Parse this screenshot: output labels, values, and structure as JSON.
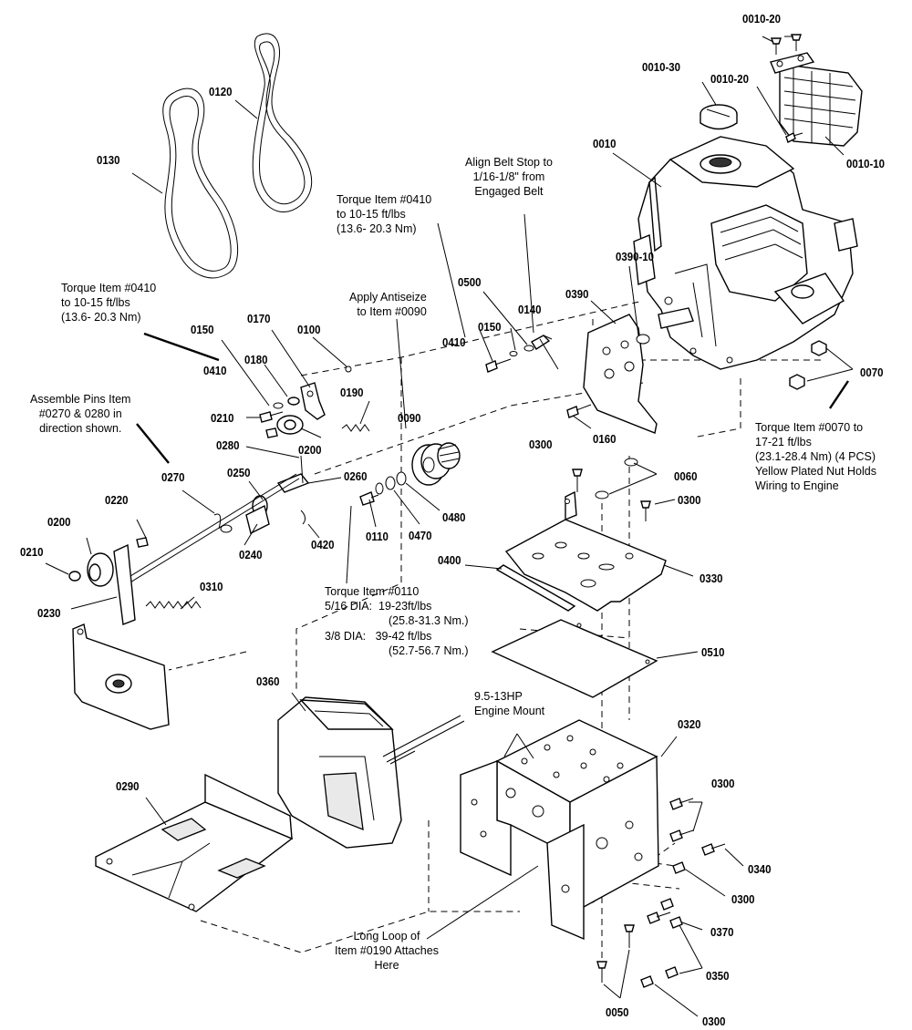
{
  "diagram": {
    "part_callouts": [
      {
        "key": "p0010_20a",
        "label": "0010-20"
      },
      {
        "key": "p0010_30",
        "label": "0010-30"
      },
      {
        "key": "p0010_20b",
        "label": "0010-20"
      },
      {
        "key": "p0010",
        "label": "0010"
      },
      {
        "key": "p0010_10",
        "label": "0010-10"
      },
      {
        "key": "p0120",
        "label": "0120"
      },
      {
        "key": "p0130",
        "label": "0130"
      },
      {
        "key": "p0500",
        "label": "0500"
      },
      {
        "key": "p0140",
        "label": "0140"
      },
      {
        "key": "p0150a",
        "label": "0150"
      },
      {
        "key": "p0410a",
        "label": "0410"
      },
      {
        "key": "p0390_10",
        "label": "0390-10"
      },
      {
        "key": "p0390",
        "label": "0390"
      },
      {
        "key": "p0150b",
        "label": "0150"
      },
      {
        "key": "p0170",
        "label": "0170"
      },
      {
        "key": "p0100",
        "label": "0100"
      },
      {
        "key": "p0410b",
        "label": "0410"
      },
      {
        "key": "p0180",
        "label": "0180"
      },
      {
        "key": "p0190",
        "label": "0190"
      },
      {
        "key": "p0210a",
        "label": "0210"
      },
      {
        "key": "p0200a",
        "label": "0200"
      },
      {
        "key": "p0090",
        "label": "0090"
      },
      {
        "key": "p0070",
        "label": "0070"
      },
      {
        "key": "p0280",
        "label": "0280"
      },
      {
        "key": "p0160",
        "label": "0160"
      },
      {
        "key": "p0300a",
        "label": "0300"
      },
      {
        "key": "p0270",
        "label": "0270"
      },
      {
        "key": "p0250",
        "label": "0250"
      },
      {
        "key": "p0260",
        "label": "0260"
      },
      {
        "key": "p0060",
        "label": "0060"
      },
      {
        "key": "p0220",
        "label": "0220"
      },
      {
        "key": "p0300b",
        "label": "0300"
      },
      {
        "key": "p0480",
        "label": "0480"
      },
      {
        "key": "p0200b",
        "label": "0200"
      },
      {
        "key": "p0240",
        "label": "0240"
      },
      {
        "key": "p0110",
        "label": "0110"
      },
      {
        "key": "p0470",
        "label": "0470"
      },
      {
        "key": "p0420",
        "label": "0420"
      },
      {
        "key": "p0210b",
        "label": "0210"
      },
      {
        "key": "p0400",
        "label": "0400"
      },
      {
        "key": "p0330",
        "label": "0330"
      },
      {
        "key": "p0230",
        "label": "0230"
      },
      {
        "key": "p0310",
        "label": "0310"
      },
      {
        "key": "p0510",
        "label": "0510"
      },
      {
        "key": "p0360",
        "label": "0360"
      },
      {
        "key": "p0320",
        "label": "0320"
      },
      {
        "key": "p0290",
        "label": "0290"
      },
      {
        "key": "p0300c",
        "label": "0300"
      },
      {
        "key": "p0340",
        "label": "0340"
      },
      {
        "key": "p0300d",
        "label": "0300"
      },
      {
        "key": "p0370",
        "label": "0370"
      },
      {
        "key": "p0350",
        "label": "0350"
      },
      {
        "key": "p0050",
        "label": "0050"
      },
      {
        "key": "p0300e",
        "label": "0300"
      }
    ],
    "notes": [
      {
        "key": "align_belt",
        "text": "Align Belt Stop to\n1/16-1/8\" from\nEngaged Belt"
      },
      {
        "key": "torque_0410_a",
        "text": "Torque Item #0410\nto 10-15 ft/lbs\n(13.6- 20.3 Nm)"
      },
      {
        "key": "torque_0410_b",
        "text": "Torque Item #0410\nto 10-15 ft/lbs\n(13.6- 20.3 Nm)"
      },
      {
        "key": "antiseize",
        "text": "Apply Antiseize\nto Item #0090"
      },
      {
        "key": "assemble_pins",
        "text": "Assemble Pins Item\n#0270 & 0280 in\ndirection shown."
      },
      {
        "key": "torque_0070",
        "text": "Torque Item #0070 to\n17-21 ft/lbs\n(23.1-28.4 Nm) (4 PCS)\nYellow Plated Nut Holds\nWiring to Engine"
      },
      {
        "key": "torque_0110_title",
        "text": "Torque Item #0110"
      },
      {
        "key": "torque_0110_516",
        "text": "5/16 DIA:  19-23ft/lbs"
      },
      {
        "key": "torque_0110_516_nm",
        "text": "(25.8-31.3 Nm.)"
      },
      {
        "key": "torque_0110_38",
        "text": "3/8 DIA:   39-42 ft/lbs"
      },
      {
        "key": "torque_0110_38_nm",
        "text": "(52.7-56.7 Nm.)"
      },
      {
        "key": "engine_mount",
        "text": "9.5-13HP\nEngine Mount"
      },
      {
        "key": "long_loop",
        "text": "Long Loop of\nItem #0190 Attaches\nHere"
      }
    ]
  }
}
